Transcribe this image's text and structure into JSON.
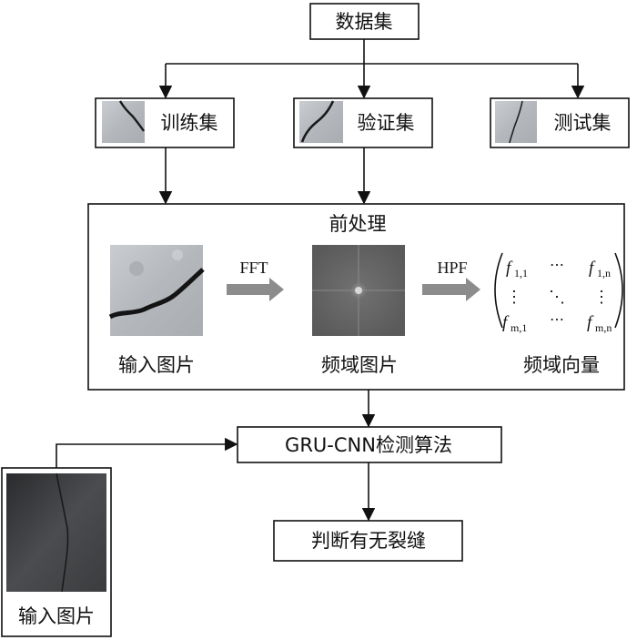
{
  "nodes": {
    "dataset": "数据集",
    "train": "训练集",
    "valid": "验证集",
    "test": "测试集",
    "preprocess": "前处理",
    "input_image": "输入图片",
    "freq_image": "频域图片",
    "freq_vector": "频域向量",
    "fft": "FFT",
    "hpf": "HPF",
    "model": "GRU-CNN检测算法",
    "result": "判断有无裂缝",
    "input_image2": "输入图片"
  },
  "matrix": {
    "top_left": "f",
    "top_left_sub": "1,1",
    "top_right": "f",
    "top_right_sub": "1,n",
    "bottom_left": "f",
    "bottom_left_sub": "m,1",
    "bottom_right": "f",
    "bottom_right_sub": "m,n",
    "hdots": "⋯",
    "vdots": "⋮",
    "ddots": "⋱"
  }
}
